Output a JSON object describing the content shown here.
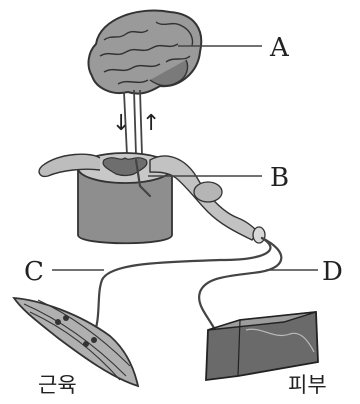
{
  "labels": {
    "brain": "A",
    "spinal_cord": "B",
    "motor_nerve": "C",
    "sensory_nerve": "D"
  },
  "captions": {
    "muscle": "근육",
    "skin": "피부"
  },
  "arrows": {
    "descending": "↓",
    "ascending": "↑"
  },
  "colors": {
    "ink": "#222222",
    "line": "#444444",
    "brain_fill": "#9a9a9a",
    "cord_fill": "#8e8e8e",
    "skin_fill": "#6a6a6a",
    "muscle_fill": "#b0b0b0"
  }
}
